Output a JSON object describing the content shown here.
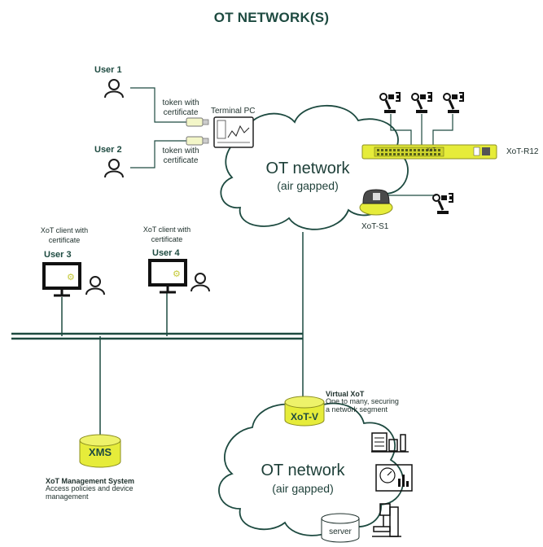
{
  "title": "OT NETWORK(S)",
  "users": {
    "user1": "User 1",
    "user2": "User 2",
    "user3": "User 3",
    "user4": "User 4"
  },
  "token_label_1": "token with\ncertificate",
  "token_label_2": "token with\ncertificate",
  "terminal_pc": "Terminal PC",
  "client_label_3": "XoT client with\ncertificate",
  "client_label_4": "XoT client with\ncertificate",
  "cloud_top": {
    "title": "OT network",
    "subtitle": "(air gapped)"
  },
  "cloud_bottom": {
    "title": "OT network",
    "subtitle": "(air gapped)"
  },
  "xot_r12": "XoT-R12",
  "xot_s1": "XoT-S1",
  "rack_brand": "XoT",
  "xot_v": "XoT-V",
  "virtual_xot": {
    "title": "Virtual XoT",
    "desc": "One to many, securing\na network segment"
  },
  "xms": {
    "label": "XMS",
    "title": "XoT Management System",
    "desc": "Access policies and device\nmanagement"
  },
  "server": "server",
  "colors": {
    "accent_green": "#1d4a40",
    "xot_yellow": "#e6ec3a",
    "line": "#1d4a40"
  }
}
